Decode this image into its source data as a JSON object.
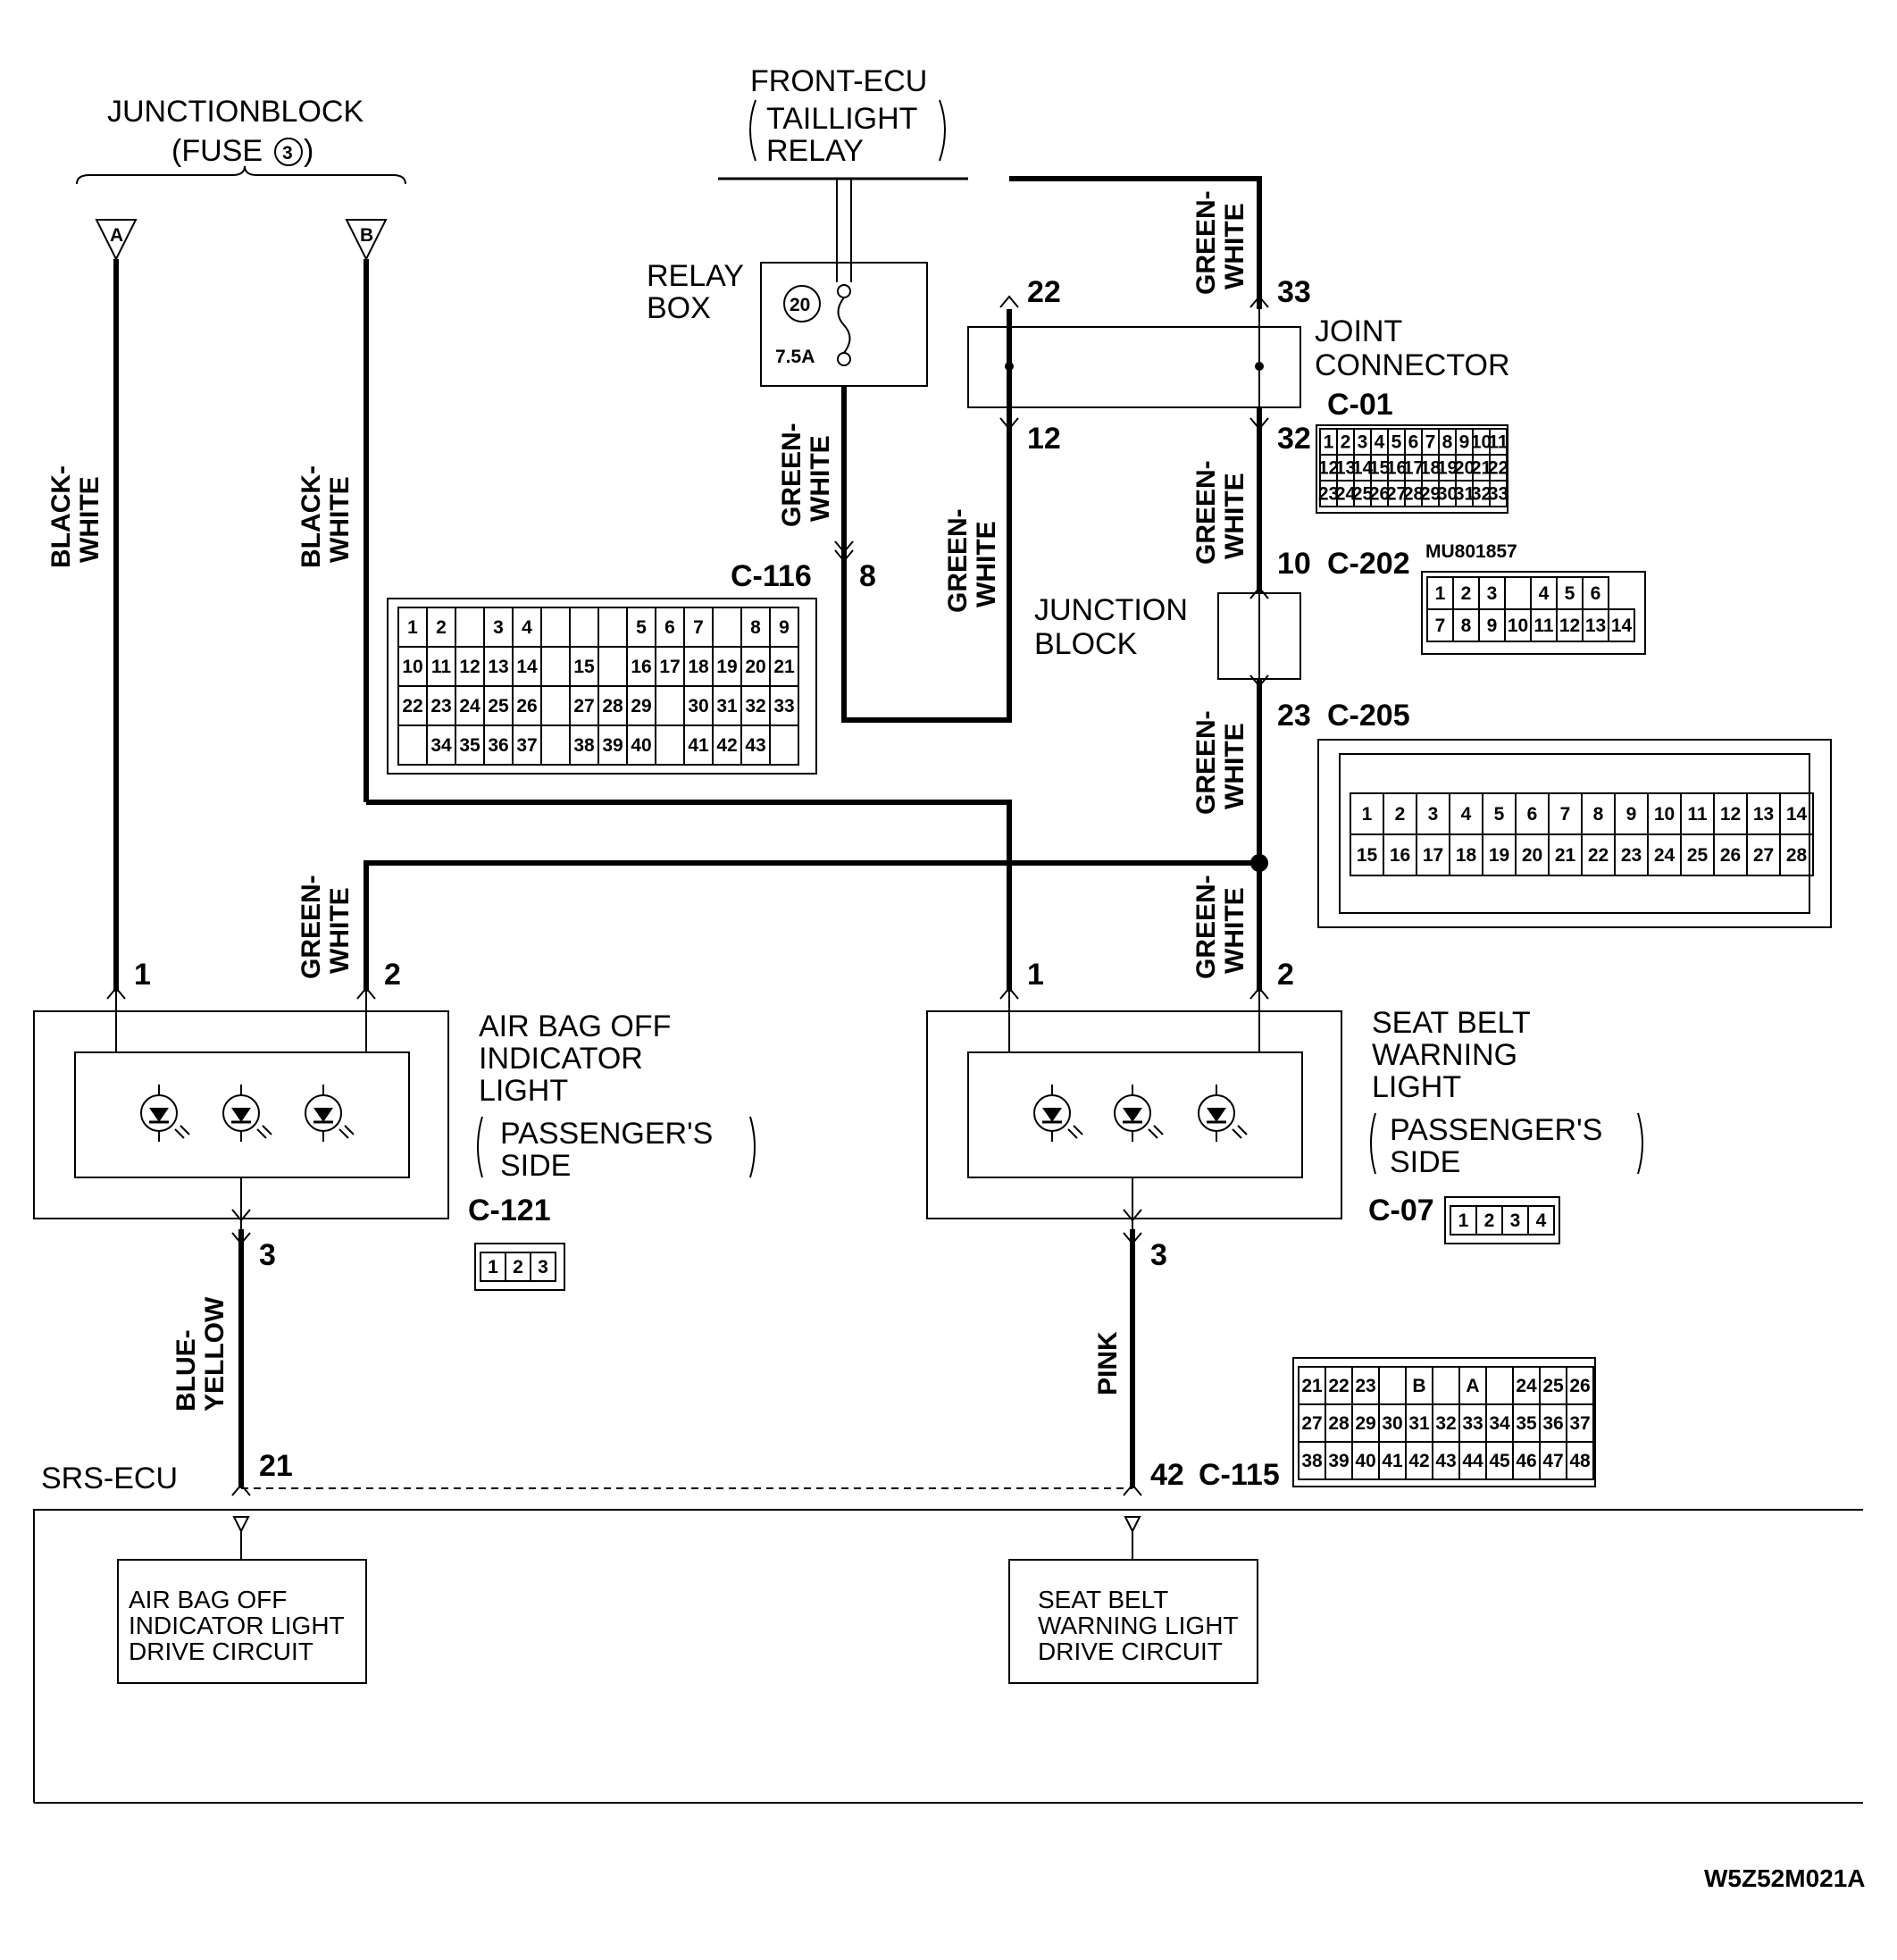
{
  "sources": {
    "junction_block": "JUNCTIONBLOCK",
    "fuse_prefix": "(FUSE",
    "fuse_number": "3",
    "fuse_suffix": ")",
    "terminal_a": "A",
    "terminal_b": "B",
    "front_ecu": "FRONT-ECU",
    "taillight": "TAILLIGHT",
    "relay": "RELAY"
  },
  "relay_box": {
    "label_line1": "RELAY",
    "label_line2": "BOX",
    "fuse_number": "20",
    "rating": "7.5A"
  },
  "joint_connector": {
    "label_line1": "JOINT",
    "label_line2": "CONNECTOR",
    "connector": "C-01"
  },
  "junction_block": {
    "label_line1": "JUNCTION",
    "label_line2": "BLOCK"
  },
  "connectors": {
    "c116": "C-116",
    "c202": "C-202",
    "c202_part": "MU801857",
    "c205": "C-205",
    "c121": "C-121",
    "c07": "C-07",
    "c115": "C-115"
  },
  "pins": {
    "relay_out": "8",
    "jc_in_left": "22",
    "jc_in_right": "33",
    "jc_out_left": "12",
    "jc_out_right": "32",
    "jb_in": "10",
    "jb_out": "23",
    "airbag_p1": "1",
    "airbag_p2": "2",
    "airbag_p3": "3",
    "seatbelt_p1": "1",
    "seatbelt_p2": "2",
    "seatbelt_p3": "3",
    "ecu_21": "21",
    "ecu_42": "42"
  },
  "wires": {
    "black_white_1": "BLACK-",
    "black_white_2": "WHITE",
    "green_white_1": "GREEN-",
    "green_white_2": "WHITE",
    "blue_yellow_1": "BLUE-",
    "blue_yellow_2": "YELLOW",
    "pink": "PINK"
  },
  "airbag_light": {
    "line1": "AIR BAG OFF",
    "line2": "INDICATOR",
    "line3": "LIGHT",
    "side1": "PASSENGER'S",
    "side2": "SIDE"
  },
  "seatbelt_light": {
    "line1": "SEAT BELT",
    "line2": "WARNING",
    "line3": "LIGHT",
    "side1": "PASSENGER'S",
    "side2": "SIDE"
  },
  "srs_ecu": {
    "label": "SRS-ECU"
  },
  "drive_airbag": {
    "line1": "AIR BAG OFF",
    "line2": "INDICATOR LIGHT",
    "line3": "DRIVE CIRCUIT"
  },
  "drive_seatbelt": {
    "line1": "SEAT BELT",
    "line2": "WARNING LIGHT",
    "line3": "DRIVE CIRCUIT"
  },
  "diagram_code": "W5Z52M021A",
  "pin_grids": {
    "c01": [
      [
        "1",
        "2",
        "3",
        "4",
        "5",
        "6",
        "7",
        "8",
        "9",
        "10",
        "11"
      ],
      [
        "12",
        "13",
        "14",
        "15",
        "16",
        "17",
        "18",
        "19",
        "20",
        "21",
        "22"
      ],
      [
        "23",
        "24",
        "25",
        "26",
        "27",
        "28",
        "29",
        "30",
        "31",
        "32",
        "33"
      ]
    ],
    "c202": [
      [
        "1",
        "2",
        "3",
        "",
        "4",
        "5",
        "6"
      ],
      [
        "7",
        "8",
        "9",
        "10",
        "11",
        "12",
        "13",
        "14"
      ]
    ],
    "c205": [
      [
        "1",
        "2",
        "3",
        "4",
        "5",
        "6",
        "7",
        "8",
        "9",
        "10",
        "11",
        "12",
        "13",
        "14"
      ],
      [
        "15",
        "16",
        "17",
        "18",
        "19",
        "20",
        "21",
        "22",
        "23",
        "24",
        "25",
        "26",
        "27",
        "28"
      ]
    ],
    "c121": [
      [
        "1",
        "2",
        "3"
      ]
    ],
    "c07": [
      [
        "1",
        "2",
        "3",
        "4"
      ]
    ],
    "c115": [
      [
        "21",
        "22",
        "23",
        "",
        "B",
        "",
        "A",
        "",
        "24",
        "25",
        "26"
      ],
      [
        "27",
        "28",
        "29",
        "30",
        "31",
        "32",
        "33",
        "34",
        "35",
        "36",
        "37"
      ],
      [
        "38",
        "39",
        "40",
        "41",
        "42",
        "43",
        "44",
        "45",
        "46",
        "47",
        "48"
      ]
    ],
    "c116": [
      [
        "1",
        "2",
        "",
        "3",
        "4",
        "",
        "",
        "",
        "5",
        "6",
        "7",
        "",
        "8",
        "9"
      ],
      [
        "10",
        "11",
        "12",
        "13",
        "14",
        "",
        "15",
        "",
        "16",
        "17",
        "18",
        "19",
        "20",
        "21"
      ],
      [
        "22",
        "23",
        "24",
        "25",
        "26",
        "",
        "27",
        "28",
        "29",
        "",
        "30",
        "31",
        "32",
        "33"
      ],
      [
        "",
        "34",
        "35",
        "36",
        "37",
        "",
        "38",
        "39",
        "40",
        "",
        "41",
        "42",
        "43",
        ""
      ]
    ]
  }
}
